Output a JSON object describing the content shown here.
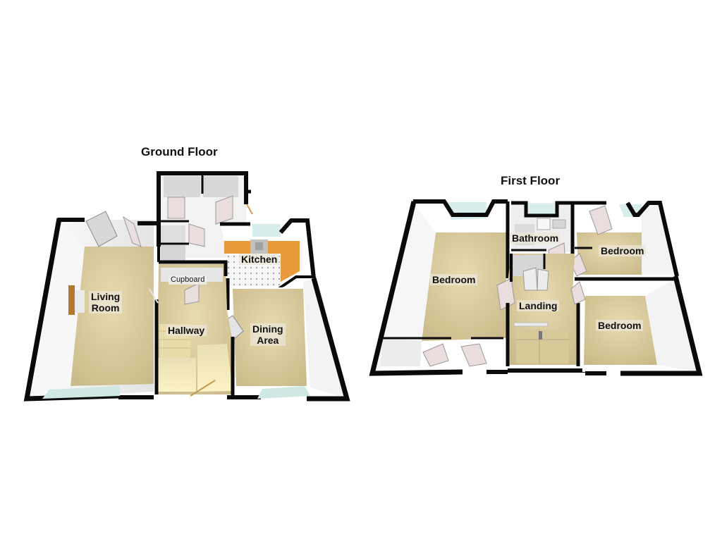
{
  "ground_floor": {
    "title": "Ground Floor",
    "rooms": [
      {
        "id": "living-room",
        "lines": [
          "Living",
          "Room"
        ]
      },
      {
        "id": "kitchen",
        "lines": [
          "Kitchen"
        ]
      },
      {
        "id": "cupboard",
        "lines": [
          "Cupboard"
        ]
      },
      {
        "id": "hallway",
        "lines": [
          "Hallway"
        ]
      },
      {
        "id": "dining-area",
        "lines": [
          "Dining",
          "Area"
        ]
      }
    ]
  },
  "first_floor": {
    "title": "First Floor",
    "rooms": [
      {
        "id": "bathroom",
        "lines": [
          "Bathroom"
        ]
      },
      {
        "id": "bedroom-1",
        "lines": [
          "Bedroom"
        ]
      },
      {
        "id": "bedroom-2",
        "lines": [
          "Bedroom"
        ]
      },
      {
        "id": "landing",
        "lines": [
          "Landing"
        ]
      },
      {
        "id": "bedroom-3",
        "lines": [
          "Bedroom"
        ]
      }
    ]
  },
  "colors": {
    "wall": "#0a0a0a",
    "carpet": "#d9ca9c",
    "inner_wall": "#f4f4f4",
    "worktop": "#e89a3c",
    "stairs": "#f3e6ad",
    "window": "#cfe8e4"
  }
}
